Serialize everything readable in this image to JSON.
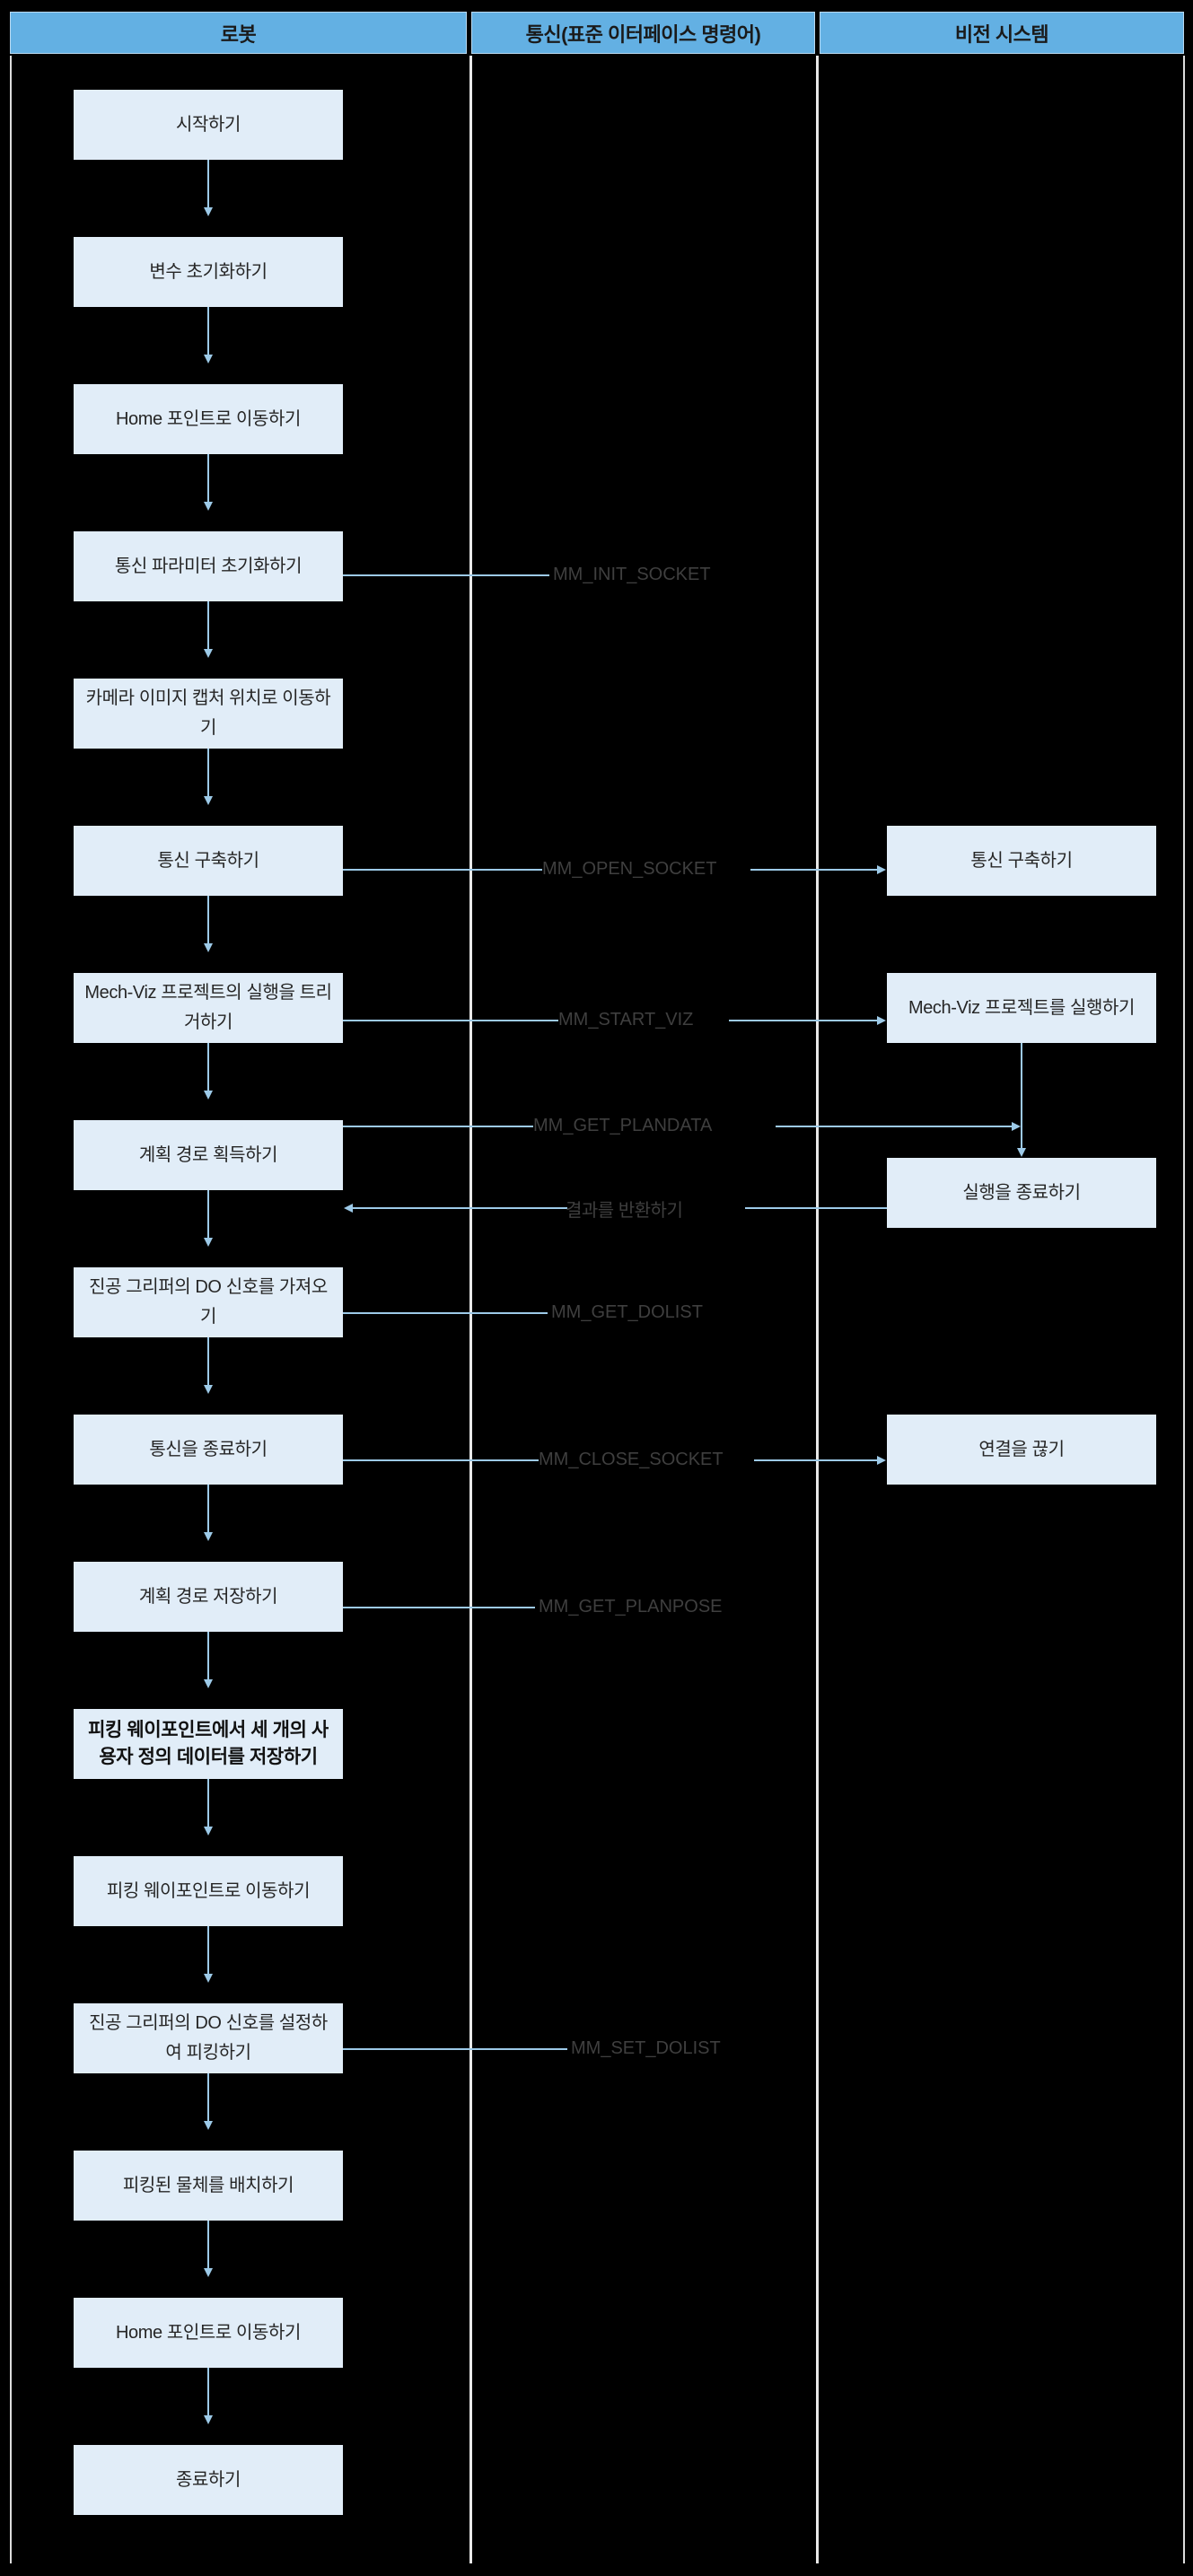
{
  "diagram": {
    "title": "Robot / Communication / Vision System pick-and-place flowchart",
    "colors": {
      "background": "#000000",
      "header_fill": "#63b0e3",
      "node_fill": "#e1edf8",
      "connector": "#9dcae8",
      "lane_divider": "#e8e8e8",
      "text": "#262626"
    },
    "lanes": [
      {
        "id": "robot",
        "label": "로봇"
      },
      {
        "id": "comm",
        "label": "통신(표준 이터페이스 명령어)"
      },
      {
        "id": "vision",
        "label": "비전 시스템"
      }
    ]
  },
  "robot_nodes": [
    {
      "id": "r1",
      "label": "시작하기"
    },
    {
      "id": "r2",
      "label": "변수 초기화하기"
    },
    {
      "id": "r3",
      "label": "Home 포인트로 이동하기"
    },
    {
      "id": "r4",
      "label": "통신 파라미터 초기화하기"
    },
    {
      "id": "r5",
      "label": "카메라 이미지 캡처 위치로 이동하기"
    },
    {
      "id": "r6",
      "label": "통신 구축하기"
    },
    {
      "id": "r7",
      "label": "Mech-Viz 프로젝트의 실행을 트리거하기"
    },
    {
      "id": "r8",
      "label": "계획 경로 획득하기"
    },
    {
      "id": "r9",
      "label": "진공 그리퍼의 DO 신호를 가져오기"
    },
    {
      "id": "r10",
      "label": "통신을 종료하기"
    },
    {
      "id": "r11",
      "label": "계획 경로 저장하기"
    },
    {
      "id": "r12",
      "label": "피킹 웨이포인트에서 세 개의 사용자 정의 데이터를 저장하기",
      "emphasis": true
    },
    {
      "id": "r13",
      "label": "피킹 웨이포인트로 이동하기"
    },
    {
      "id": "r14",
      "label": "진공 그리퍼의 DO 신호를 설정하여 피킹하기"
    },
    {
      "id": "r15",
      "label": "피킹된 물체를 배치하기"
    },
    {
      "id": "r16",
      "label": "Home 포인트로 이동하기"
    },
    {
      "id": "r17",
      "label": "종료하기"
    }
  ],
  "vision_nodes": [
    {
      "id": "v1",
      "label": "통신 구축하기"
    },
    {
      "id": "v2",
      "label": "Mech-Viz 프로젝트를 실행하기"
    },
    {
      "id": "v3",
      "label": "실행을 종료하기"
    },
    {
      "id": "v4",
      "label": "연결을 끊기"
    }
  ],
  "commands": [
    {
      "id": "c1",
      "label": "MM_INIT_SOCKET",
      "from": "r4",
      "to": null
    },
    {
      "id": "c2",
      "label": "MM_OPEN_SOCKET",
      "from": "r6",
      "to": "v1"
    },
    {
      "id": "c3",
      "label": "MM_START_VIZ",
      "from": "r7",
      "to": "v2"
    },
    {
      "id": "c4",
      "label": "MM_GET_PLANDATA",
      "from": "r8",
      "to": "v3"
    },
    {
      "id": "c5",
      "label": "결과를 반환하기",
      "from": "v3",
      "to": "r8"
    },
    {
      "id": "c6",
      "label": "MM_GET_DOLIST",
      "from": "r9",
      "to": null
    },
    {
      "id": "c7",
      "label": "MM_CLOSE_SOCKET",
      "from": "r10",
      "to": "v4"
    },
    {
      "id": "c8",
      "label": "MM_GET_PLANPOSE",
      "from": "r11",
      "to": null
    },
    {
      "id": "c9",
      "label": "MM_SET_DOLIST",
      "from": "r14",
      "to": null
    }
  ]
}
